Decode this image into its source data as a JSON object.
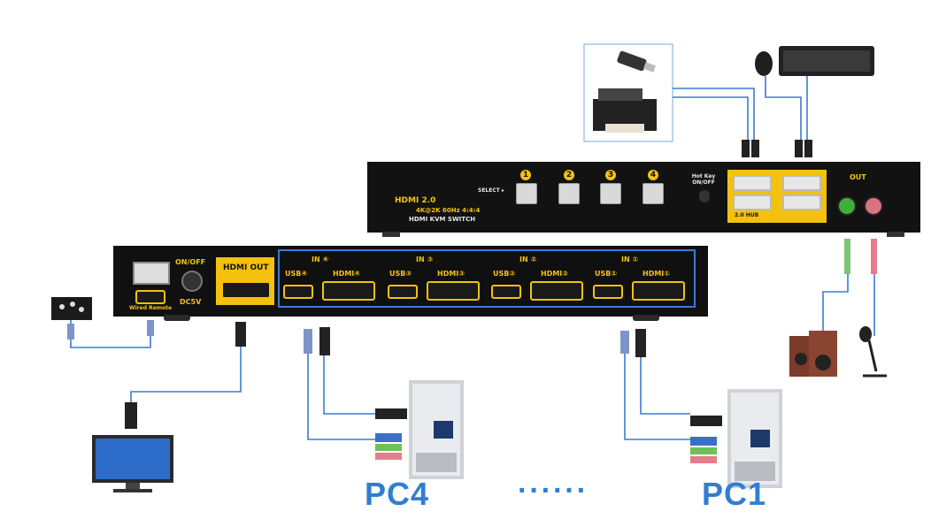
{
  "rear_panel": {
    "on_off": "ON/OFF",
    "dc": "DC5V",
    "wired_remote": "Wired Remote",
    "hdmi_out": "HDMI OUT",
    "inputs": [
      {
        "in": "IN ④",
        "usb": "USB④",
        "hdmi": "HDMI④"
      },
      {
        "in": "IN ③",
        "usb": "USB③",
        "hdmi": "HDMI③"
      },
      {
        "in": "IN ②",
        "usb": "USB②",
        "hdmi": "HDMI②"
      },
      {
        "in": "IN ①",
        "usb": "USB①",
        "hdmi": "HDMI①"
      }
    ]
  },
  "front_panel": {
    "select": "SELECT ▸",
    "buttons": [
      "1",
      "2",
      "3",
      "4"
    ],
    "hotkey": "Hot Key ON/OFF",
    "hub": "2.0 HUB",
    "out": "OUT",
    "brand_line1": "HDMI 2.0",
    "brand_line2": "4K@2K 60Hz 4:4:4",
    "brand_line3": "HDMI KVM SWITCH"
  },
  "labels": {
    "pc4": "PC4",
    "dots": "······",
    "pc1": "PC1"
  },
  "colors": {
    "accent": "#f4c20d",
    "cable": "#3a7bd5",
    "panel": "#121212",
    "label_blue": "#2f7fd1"
  }
}
